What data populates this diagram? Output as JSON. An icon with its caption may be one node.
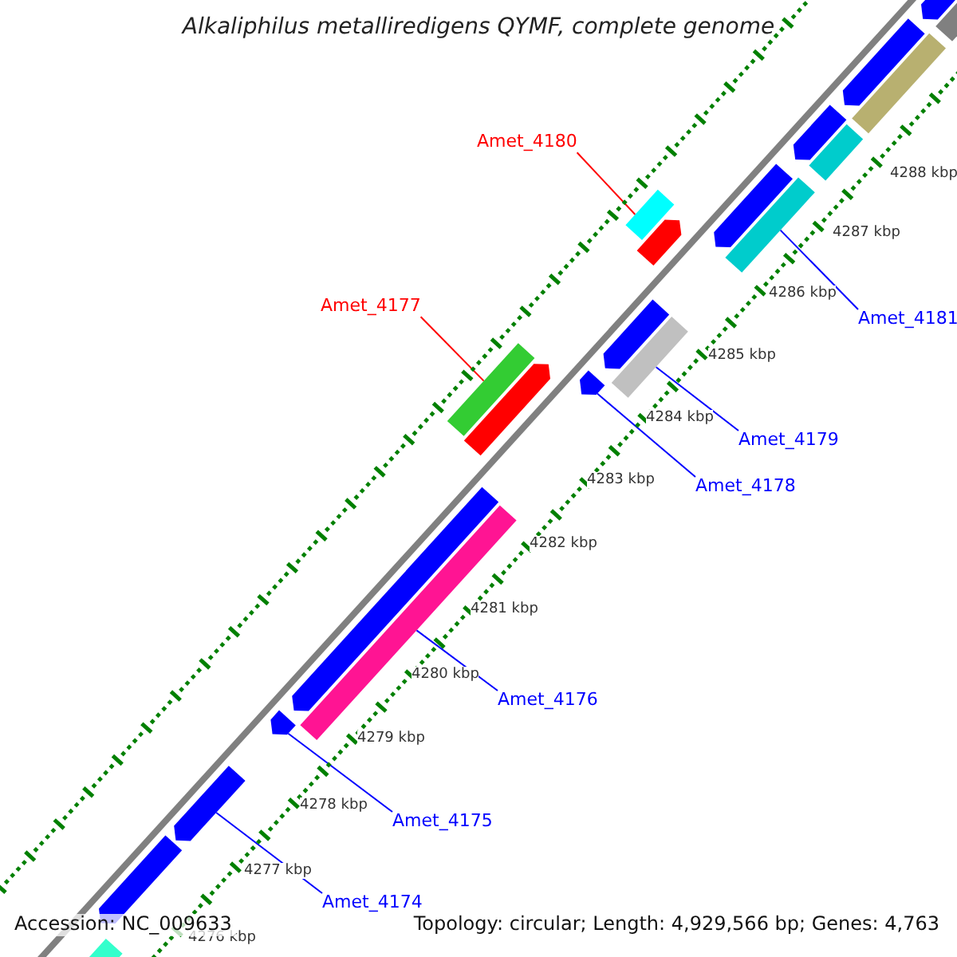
{
  "diagram": {
    "title": "Alkaliphilus metalliredigens QYMF, complete genome",
    "nodes": [
      {
        "text": [
          "Amet_4180"
        ]
      },
      {
        "text": [
          "Amet_4177"
        ]
      },
      {
        "text": [
          "Amet_4181"
        ]
      },
      {
        "text": [
          "Amet_4179"
        ]
      },
      {
        "text": [
          "Amet_4178"
        ]
      },
      {
        "text": [
          "Amet_4176"
        ]
      },
      {
        "text": [
          "Amet_4175"
        ]
      },
      {
        "text": [
          "Amet_4174"
        ]
      },
      {
        "text": [],
        "shape": "arrow"
      },
      {
        "text": [],
        "shape": "bar"
      },
      {
        "text": [],
        "shape": "arrow"
      },
      {
        "text": [],
        "shape": "bar"
      },
      {
        "text": [],
        "shape": "arrow"
      },
      {
        "text": [],
        "shape": "bar"
      },
      {
        "text": [],
        "shape": "arrow"
      },
      {
        "text": [],
        "shape": "bar"
      },
      {
        "text": [],
        "shape": "bar"
      },
      {
        "text": [],
        "shape": "arrow"
      },
      {
        "text": [],
        "shape": "arrow"
      },
      {
        "text": [],
        "shape": "bar"
      },
      {
        "text": [],
        "shape": "arrow"
      },
      {
        "text": [],
        "shape": "bar"
      },
      {
        "text": [],
        "shape": "arrow"
      },
      {
        "text": [],
        "shape": "arrow"
      },
      {
        "text": [],
        "shape": "bar"
      },
      {
        "text": [],
        "shape": "arrow"
      },
      {
        "text": [],
        "shape": "arrow"
      },
      {
        "text": [],
        "shape": "arrow"
      },
      {
        "text": [],
        "shape": "bar"
      }
    ],
    "edges": [
      {
        "from": 0,
        "to": 15,
        "arrow": "none",
        "color": "#ff0000"
      },
      {
        "from": 1,
        "to": 21,
        "arrow": "none",
        "color": "#ff0000"
      },
      {
        "from": 2,
        "to": 16,
        "arrow": "none"
      },
      {
        "from": 3,
        "to": 19,
        "arrow": "none"
      },
      {
        "from": 4,
        "to": 20,
        "arrow": "none"
      },
      {
        "from": 5,
        "to": 24,
        "arrow": "none"
      },
      {
        "from": 6,
        "to": 25,
        "arrow": "none"
      },
      {
        "from": 7,
        "to": 26,
        "arrow": "none"
      }
    ],
    "labels": [
      "4288 kbp",
      "4287 kbp",
      "4286 kbp",
      "4285 kbp",
      "4284 kbp",
      "4283 kbp",
      "4282 kbp",
      "4281 kbp",
      "4280 kbp",
      "4279 kbp",
      "4278 kbp",
      "4277 kbp",
      "4276 kbp",
      "Accession: NC_009633",
      "Topology: circular; Length: 4,929,566 bp; Genes: 4,763"
    ]
  }
}
